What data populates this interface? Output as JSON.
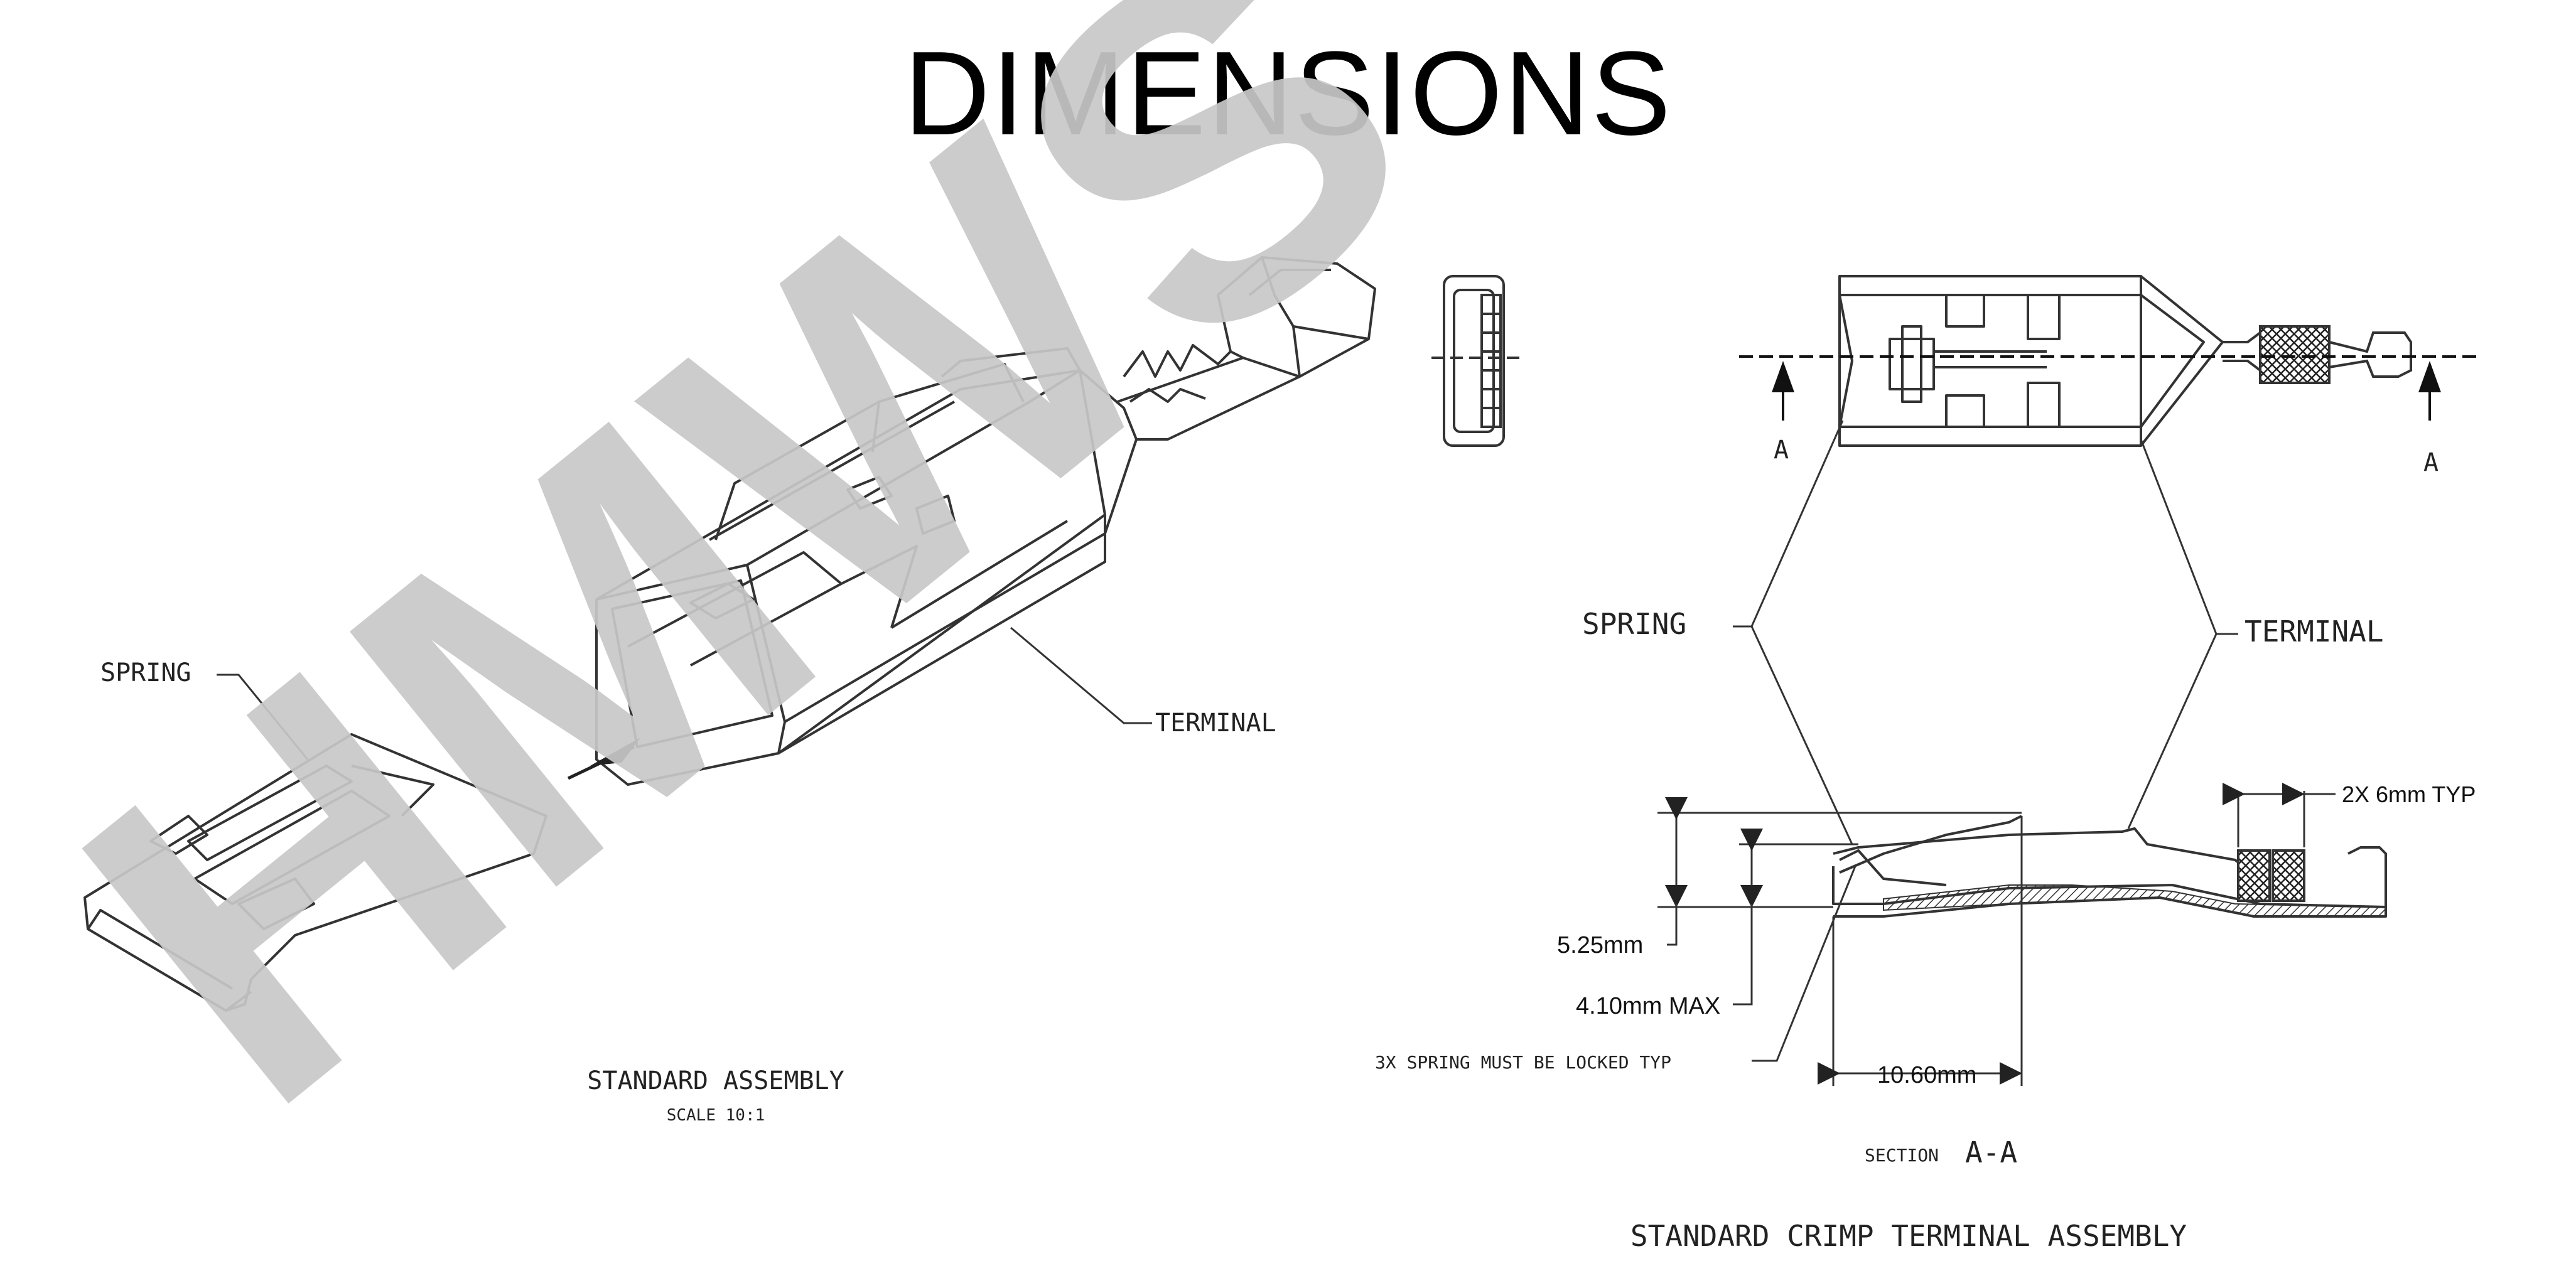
{
  "title": "DIMENSIONS",
  "watermark": "HMWS",
  "left_view": {
    "spring_label": "SPRING",
    "terminal_label": "TERMINAL",
    "caption": "STANDARD ASSEMBLY",
    "scale": "SCALE 10:1"
  },
  "right_view": {
    "section_marker_left": "A",
    "section_marker_right": "A",
    "spring_label": "SPRING",
    "terminal_label": "TERMINAL",
    "dim_height": "5.25mm",
    "dim_max": "4.10mm MAX",
    "dim_width": "10.60mm",
    "dim_typ": "2X 6mm TYP",
    "note": "3X SPRING MUST BE LOCKED TYP",
    "section_label_small": "SECTION",
    "section_label_big": "A-A",
    "caption": "STANDARD CRIMP TERMINAL ASSEMBLY"
  },
  "colors": {
    "watermark": "#c8c8c8",
    "line": "#333333",
    "background": "#ffffff"
  }
}
